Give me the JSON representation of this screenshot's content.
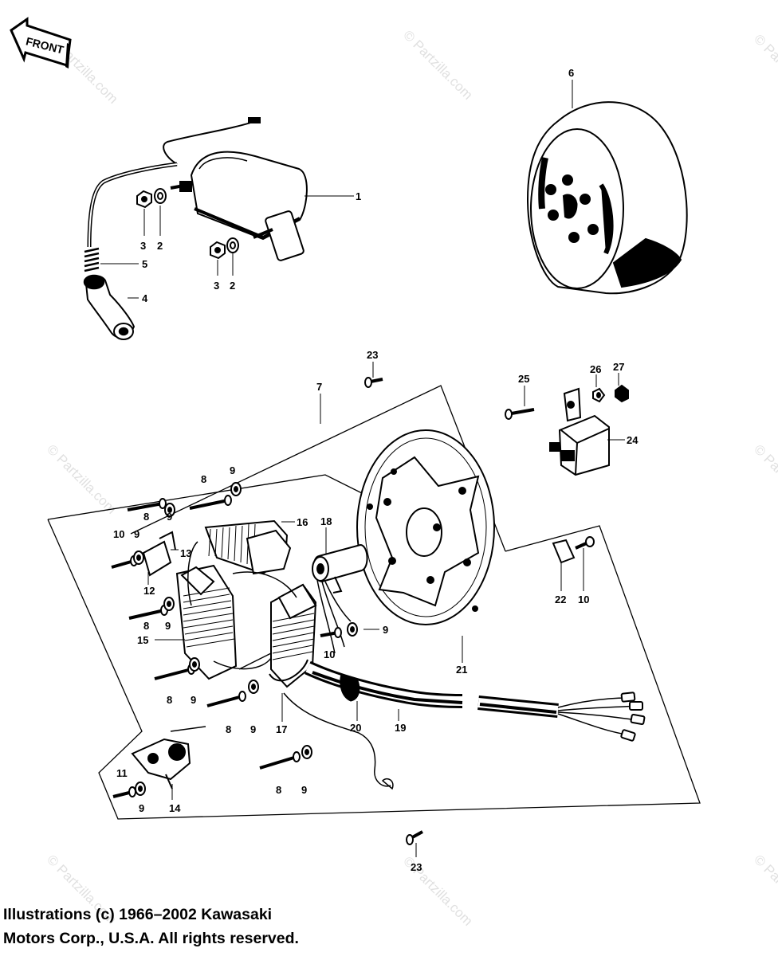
{
  "front_label": "FRONT",
  "watermark": "© Partzilla.com",
  "copyright": {
    "line1": "Illustrations (c) 1966–2002 Kawasaki",
    "line2": "Motors Corp., U.S.A.  All rights reserved."
  },
  "callouts": {
    "c1": "1",
    "c2a": "2",
    "c2b": "2",
    "c3a": "3",
    "c3b": "3",
    "c4": "4",
    "c5": "5",
    "c6": "6",
    "c7": "7",
    "c8a": "8",
    "c8b": "8",
    "c8c": "8",
    "c8d": "8",
    "c8e": "8",
    "c8f": "8",
    "c9a": "9",
    "c9b": "9",
    "c9c": "9",
    "c9d": "9",
    "c9e": "9",
    "c9f": "9",
    "c9g": "9",
    "c9h": "9",
    "c10a": "10",
    "c10b": "10",
    "c10c": "10",
    "c11": "11",
    "c12": "12",
    "c13": "13",
    "c14": "14",
    "c15": "15",
    "c16": "16",
    "c17": "17",
    "c18": "18",
    "c19": "19",
    "c20": "20",
    "c21": "21",
    "c22": "22",
    "c23a": "23",
    "c23b": "23",
    "c24": "24",
    "c25": "25",
    "c26": "26",
    "c27": "27"
  }
}
